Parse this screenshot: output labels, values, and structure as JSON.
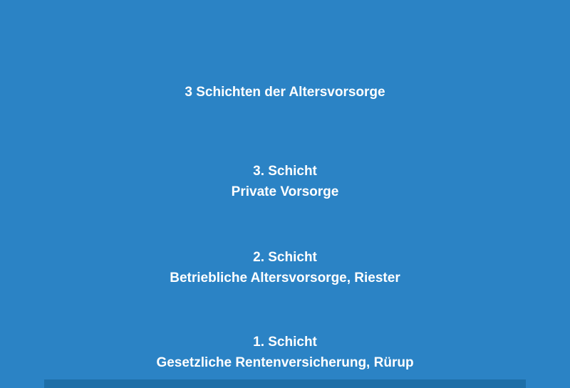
{
  "slide": {
    "title": "3 Schichten der Altersvorsorge",
    "layers": [
      {
        "heading": "3. Schicht",
        "subtitle": "Private Vorsorge"
      },
      {
        "heading": "2. Schicht",
        "subtitle": "Betriebliche Altersvorsorge, Riester"
      },
      {
        "heading": "1. Schicht",
        "subtitle": "Gesetzliche Rentenversicherung, Rürup"
      }
    ],
    "colors": {
      "background": "#2b83c5",
      "text": "#ffffff",
      "bottom_bar": "#1e6fa8"
    }
  }
}
